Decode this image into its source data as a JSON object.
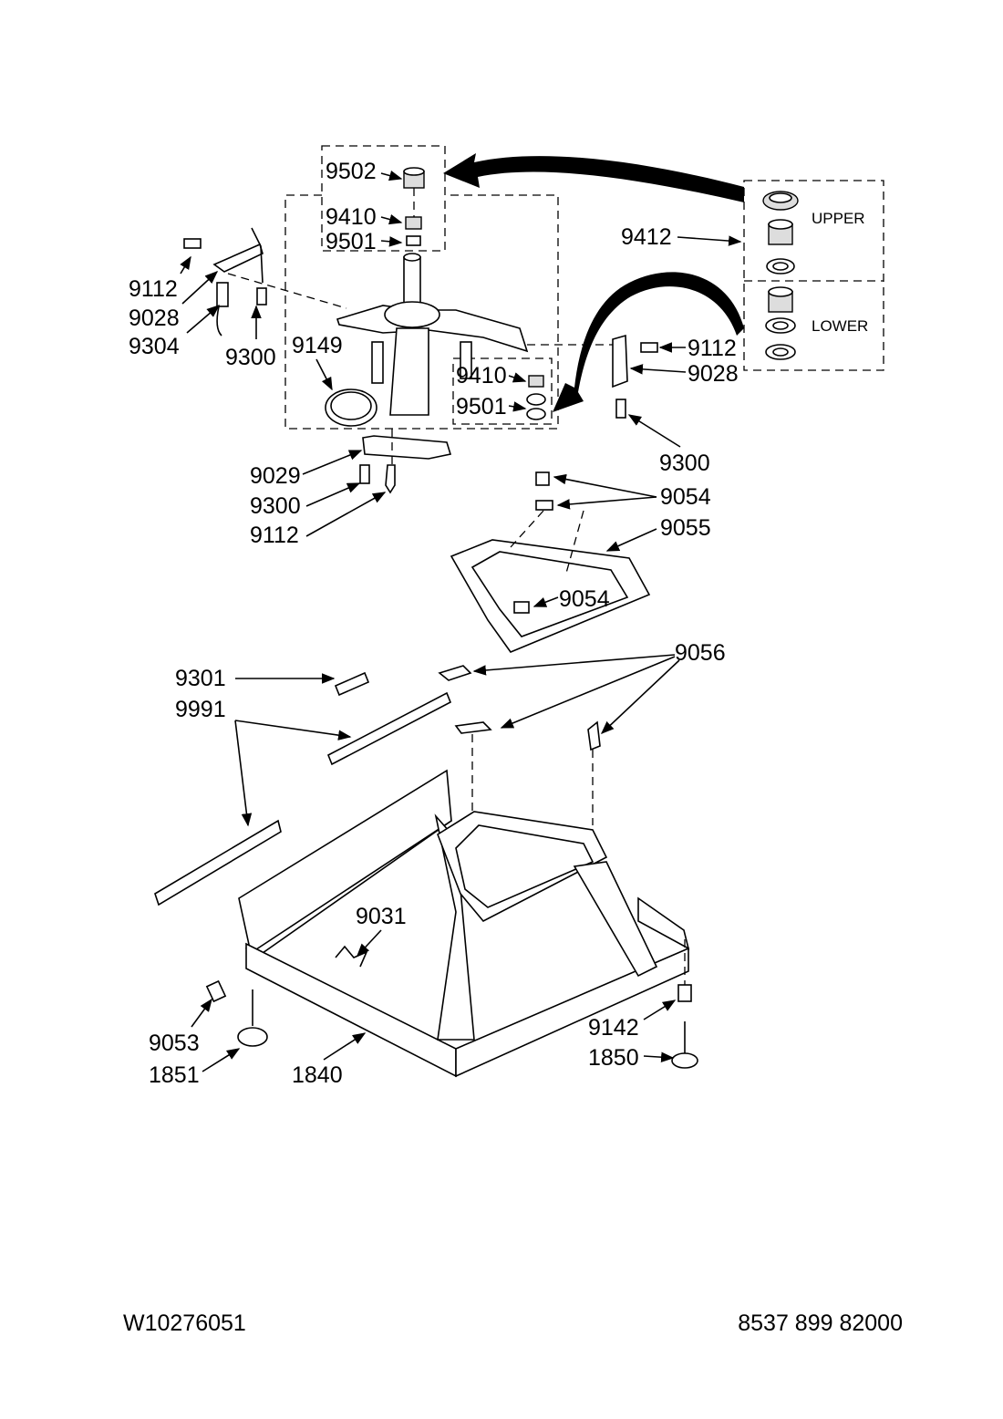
{
  "footer": {
    "doc_number": "W10276051",
    "part_number": "8537 899 82000"
  },
  "callouts": {
    "c9502": "9502",
    "c9410_top": "9410",
    "c9501_top": "9501",
    "c9412": "9412",
    "c9112_left": "9112",
    "c9028_left": "9028",
    "c9304": "9304",
    "c9300_left": "9300",
    "c9149": "9149",
    "c9410_mid": "9410",
    "c9501_mid": "9501",
    "c9112_right": "9112",
    "c9028_right": "9028",
    "c9300_right": "9300",
    "c9029": "9029",
    "c9300_low": "9300",
    "c9112_low": "9112",
    "c9054_top": "9054",
    "c9055": "9055",
    "c9054_mid": "9054",
    "c9301": "9301",
    "c9991": "9991",
    "c9056": "9056",
    "c9031": "9031",
    "c9053": "9053",
    "c1851": "1851",
    "c1840": "1840",
    "c9142": "9142",
    "c1850": "1850"
  },
  "kit_labels": {
    "upper": "UPPER",
    "lower": "LOWER"
  }
}
